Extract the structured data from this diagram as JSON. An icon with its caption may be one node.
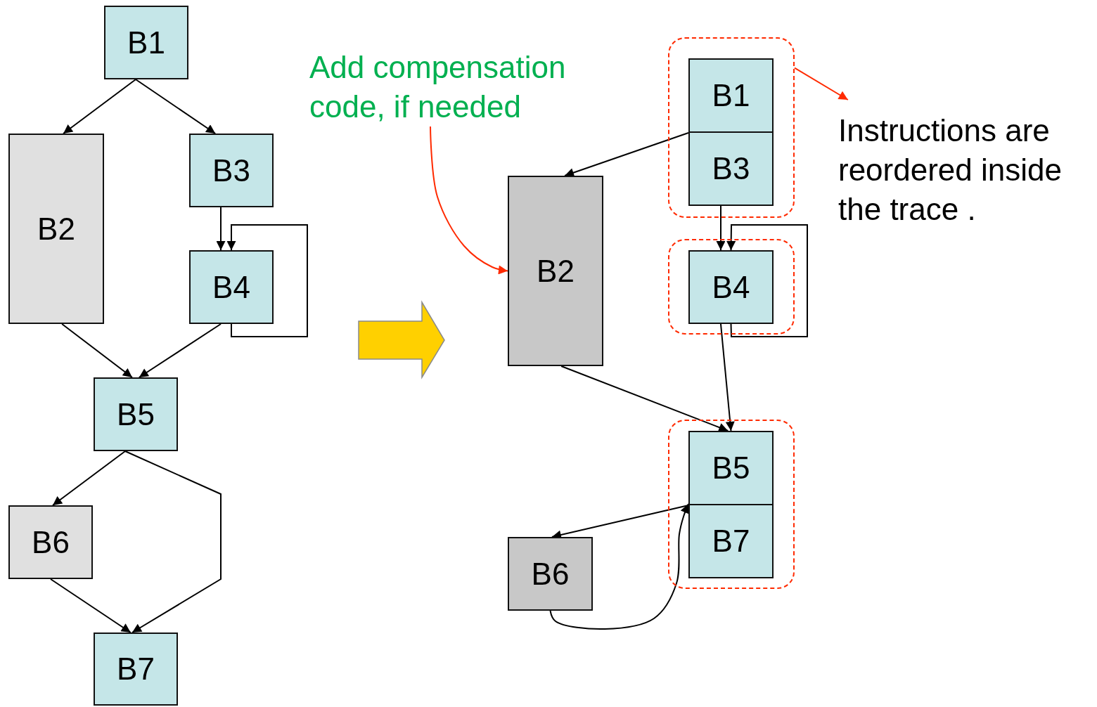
{
  "diagram": {
    "nodes": [
      {
        "text": [
          "B1"
        ]
      },
      {
        "text": [
          "B2"
        ]
      },
      {
        "text": [
          "B3"
        ]
      },
      {
        "text": [
          "B4"
        ]
      },
      {
        "text": [
          "B5"
        ]
      },
      {
        "text": [
          "B6"
        ]
      },
      {
        "text": [
          "B7"
        ]
      },
      {
        "text": [],
        "shape": "box"
      },
      {
        "text": [
          "B1"
        ],
        "in": 7
      },
      {
        "text": [
          "B3"
        ],
        "in": 7
      },
      {
        "text": [
          "B2"
        ]
      },
      {
        "text": [],
        "shape": "box"
      },
      {
        "text": [
          "B4"
        ],
        "in": 11
      },
      {
        "text": [],
        "shape": "box"
      },
      {
        "text": [
          "B5"
        ],
        "in": 13
      },
      {
        "text": [
          "B7"
        ],
        "in": 13
      },
      {
        "text": [
          "B6"
        ]
      },
      {
        "text": [
          "Add compensation code, if needed"
        ]
      },
      {
        "text": [
          "Instructions are reordered inside the trace ."
        ]
      }
    ],
    "edges": [
      {
        "from": 0,
        "to": 1,
        "arrow": "to"
      },
      {
        "from": 0,
        "to": 2,
        "arrow": "to"
      },
      {
        "from": 2,
        "to": 3,
        "arrow": "to"
      },
      {
        "from": 3,
        "to": 3,
        "arrow": "to"
      },
      {
        "from": 1,
        "to": 4,
        "arrow": "to"
      },
      {
        "from": 3,
        "to": 4,
        "arrow": "to"
      },
      {
        "from": 4,
        "to": 5,
        "arrow": "to"
      },
      {
        "from": 4,
        "to": 6,
        "arrow": "to"
      },
      {
        "from": 5,
        "to": 6,
        "arrow": "to"
      },
      {
        "from": 8,
        "to": 10,
        "arrow": "to"
      },
      {
        "from": 9,
        "to": 12,
        "arrow": "to"
      },
      {
        "from": 12,
        "to": 12,
        "arrow": "to"
      },
      {
        "from": 12,
        "to": 14,
        "arrow": "to"
      },
      {
        "from": 10,
        "to": 14,
        "arrow": "to"
      },
      {
        "from": 14,
        "to": 16,
        "arrow": "to"
      },
      {
        "from": 16,
        "to": 15,
        "arrow": "to"
      },
      {
        "from": 17,
        "to": 10,
        "arrow": "to",
        "color": "#ff2a00"
      },
      {
        "from": 7,
        "to": 18,
        "arrow": "to",
        "color": "#ff2a00"
      }
    ]
  }
}
